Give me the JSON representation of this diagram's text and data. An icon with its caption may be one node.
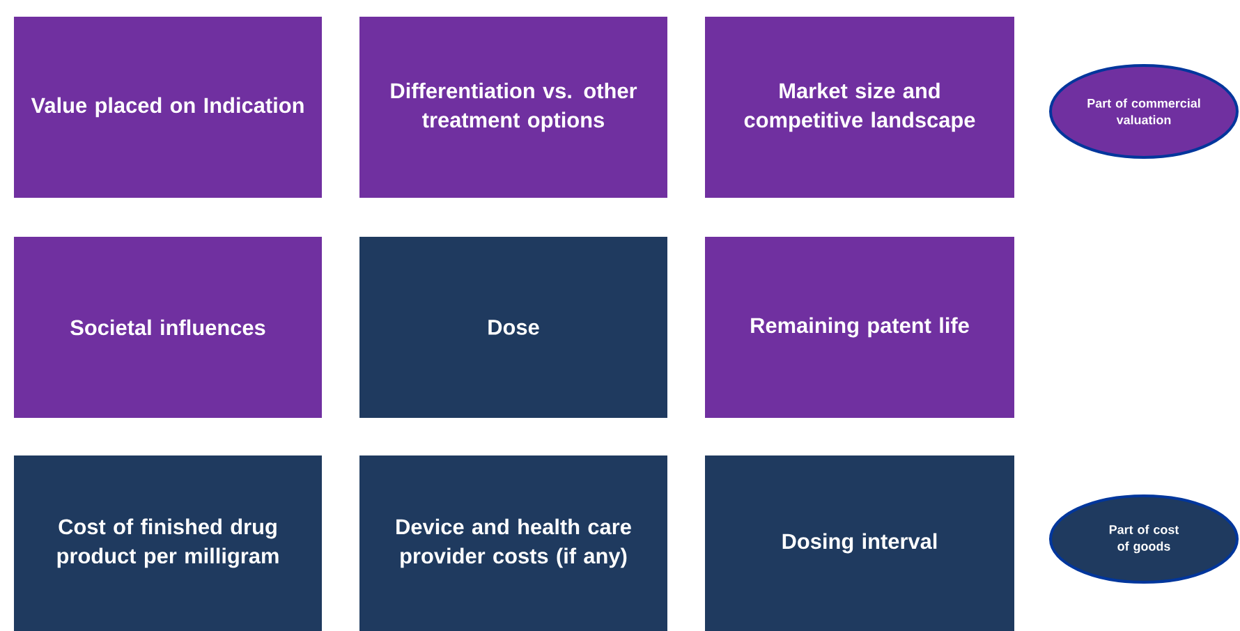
{
  "diagram": {
    "nodes": [
      {
        "text": [
          "Value placed on Indication"
        ]
      },
      {
        "text": [
          "Differentiation vs. other treatment options"
        ]
      },
      {
        "text": [
          "Market size and competitive landscape"
        ]
      },
      {
        "text": [
          "Societal influences"
        ]
      },
      {
        "text": [
          "Dose"
        ]
      },
      {
        "text": [
          "Remaining patent life"
        ]
      },
      {
        "text": [
          "Cost of finished drug product per milligram"
        ]
      },
      {
        "text": [
          "Device and health care provider costs (if any)"
        ]
      },
      {
        "text": [
          "Dosing interval"
        ]
      }
    ],
    "legend": [
      {
        "text": "Part of commercial valuation",
        "color": "#7030a0"
      },
      {
        "text": "Part of cost of goods",
        "color": "#1f3a5f"
      }
    ]
  }
}
